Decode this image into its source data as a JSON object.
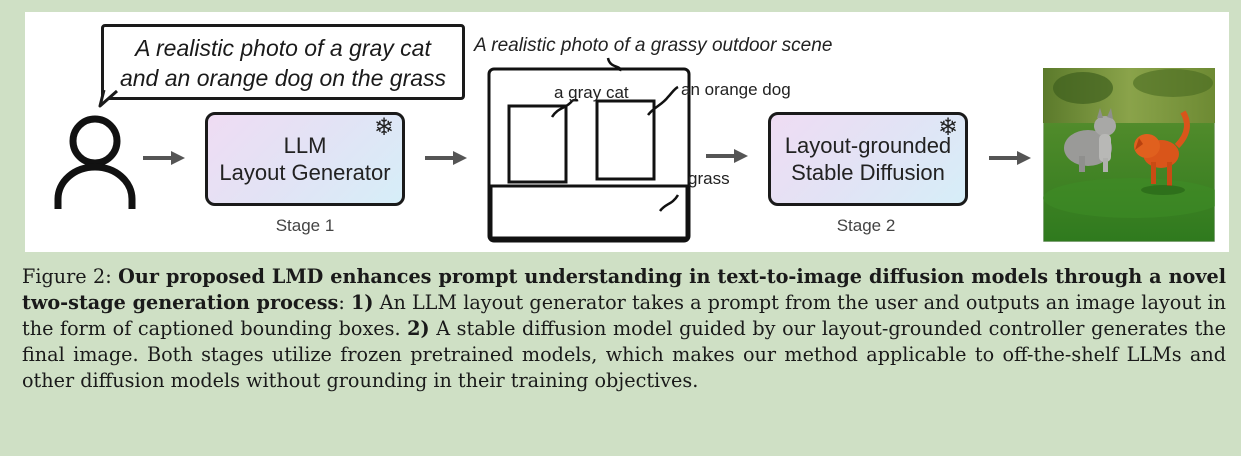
{
  "prompt": {
    "line1": "A realistic photo of a gray cat",
    "line2": "and an orange dog on the grass"
  },
  "llm_box": {
    "line1": "LLM",
    "line2": "Layout Generator",
    "stage": "Stage 1",
    "icon": "snowflake-icon"
  },
  "layout": {
    "scene_caption": "A realistic photo of a grassy outdoor scene",
    "box_cat": "a gray cat",
    "box_dog": "an orange dog",
    "box_grass": "grass"
  },
  "sd_box": {
    "line1": "Layout-grounded",
    "line2": "Stable Diffusion",
    "stage": "Stage 2",
    "icon": "snowflake-icon"
  },
  "caption": {
    "label": "Figure 2:",
    "bold": "Our proposed LMD enhances prompt understanding in text-to-image diffusion models through a novel two-stage generation process",
    "colon": ": ",
    "n1": "1)",
    "t1": " An LLM layout generator takes a prompt from the user and outputs an image layout in the form of captioned bounding boxes. ",
    "n2": "2)",
    "t2": " A stable diffusion model guided by our layout-grounded controller generates the final image. Both stages utilize frozen pretrained models, which makes our method applicable to off-the-shelf LLMs and other diffusion models without grounding in their training objectives."
  },
  "colors": {
    "background": "#cfe0c5",
    "panel": "#ffffff",
    "arrow": "#555555"
  }
}
